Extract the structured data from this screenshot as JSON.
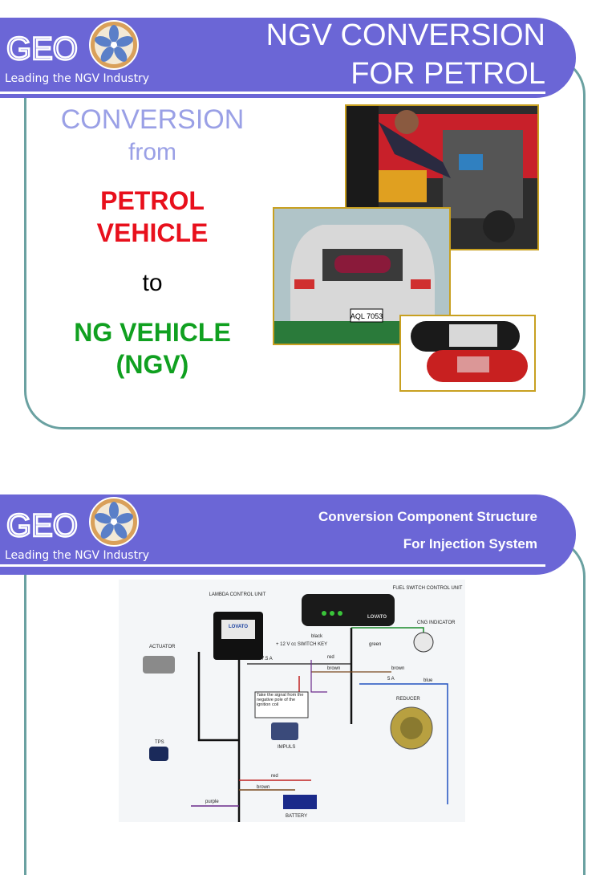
{
  "logo": {
    "text": "GEO",
    "icon": "flower-emblem-icon"
  },
  "slide1": {
    "title_line1": "NGV CONVERSION",
    "title_line2": "FOR PETROL",
    "tagline": "Leading the NGV Industry",
    "conversion": "CONVERSION",
    "from": "from",
    "petrol_line1": "PETROL",
    "petrol_line2": "VEHICLE",
    "to": "to",
    "ng_line1": "NG VEHICLE",
    "ng_line2": "(NGV)",
    "plate": "AQL 7053"
  },
  "slide2": {
    "title_line1": "Conversion Component Structure",
    "title_line2": "For Injection System",
    "tagline": "Leading the NGV Industry",
    "diagram": {
      "lambda": "LAMBDA CONTROL UNIT",
      "fuel_switch": "FUEL SWITCH CONTROL UNIT",
      "cng_indicator": "CNG INDICATOR",
      "actuator": "ACTUATOR",
      "switch_key": "+ 12 V cc SWITCH KEY",
      "signal_note": "Take the signal from the negative pole of the ignition coil",
      "impulse": "IMPULS",
      "reducer": "REDUCER",
      "tps": "TPS",
      "battery": "BATTERY",
      "lovato": "LOVATO",
      "fuse_label": "7.5 A",
      "fuse2": "5 A",
      "w_black": "black",
      "w_red": "red",
      "w_brown": "brown",
      "w_green": "green",
      "w_blue": "blue",
      "w_purple": "purple"
    }
  },
  "colors": {
    "banner": "#6b66d6",
    "frame": "#6aa1a1",
    "conversion": "#9aa0e6",
    "petrol": "#e8101c",
    "ng": "#10a020"
  }
}
